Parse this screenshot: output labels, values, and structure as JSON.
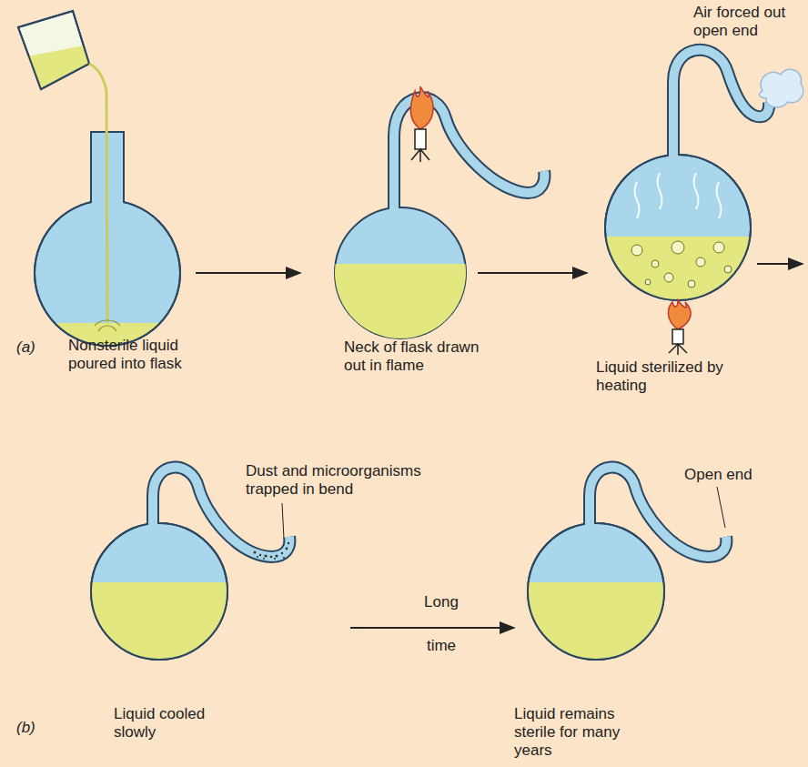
{
  "diagram": {
    "labels": [
      "(a)",
      "Nonsterile liquid poured into flask",
      "Neck of flask drawn out in flame",
      "Liquid sterilized by heating",
      "Air forced out open end",
      "(b)",
      "Dust and microorganisms trapped in bend",
      "Long",
      "time",
      "Liquid cooled slowly",
      "Liquid remains sterile for many years",
      "Open end"
    ]
  }
}
